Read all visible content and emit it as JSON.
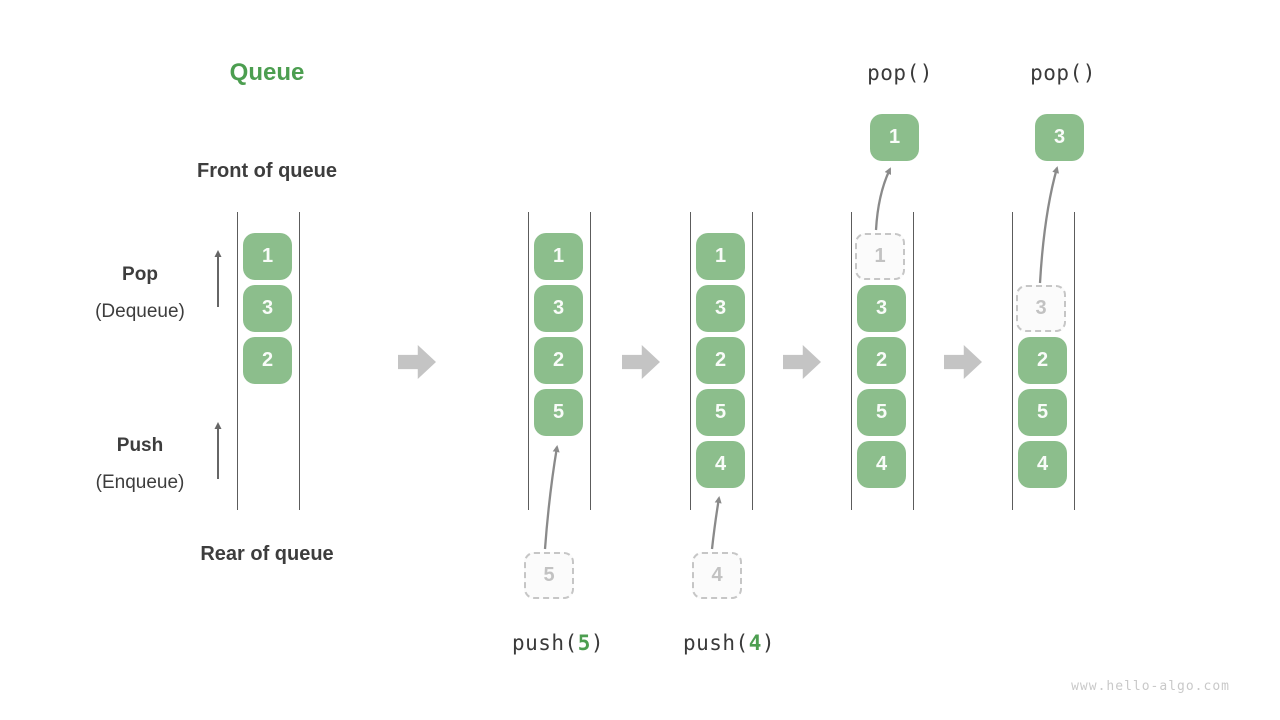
{
  "title": "Queue",
  "labels": {
    "front_of_queue": "Front of queue",
    "rear_of_queue": "Rear of queue",
    "pop": "Pop",
    "pop_alias": "(Dequeue)",
    "push": "Push",
    "push_alias": "(Enqueue)"
  },
  "states": [
    {
      "slots": [
        "1",
        "3",
        "2"
      ]
    },
    {
      "slots": [
        "1",
        "3",
        "2",
        "5"
      ],
      "incoming": "5"
    },
    {
      "slots": [
        "1",
        "3",
        "2",
        "5",
        "4"
      ],
      "incoming": "4"
    },
    {
      "slots": [
        "1",
        "3",
        "2",
        "5",
        "4"
      ],
      "popped": "1"
    },
    {
      "slots": [
        "3",
        "2",
        "5",
        "4"
      ],
      "popped": "3"
    }
  ],
  "operations": {
    "pop_1": "pop()",
    "pop_2": "pop()",
    "push_1": {
      "fn": "push(",
      "arg": "5",
      "close": ")"
    },
    "push_2": {
      "fn": "push(",
      "arg": "4",
      "close": ")"
    }
  },
  "watermark": "www.hello-algo.com",
  "colors": {
    "node_green": "#8cbe8c",
    "title_green": "#4c9e50",
    "text_dark": "#3d3d3d",
    "arrow_gray": "#8a8a8a",
    "block_arrow_gray": "#c4c4c4",
    "dashed_gray": "#c6c6c6"
  }
}
